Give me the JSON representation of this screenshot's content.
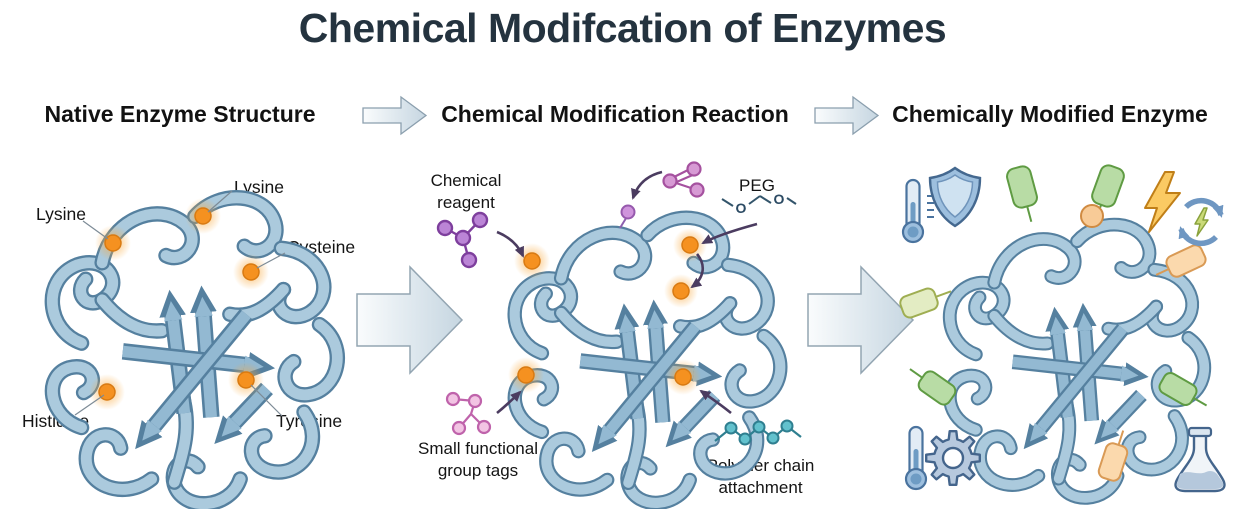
{
  "title": "Chemical Modifcation of Enzymes",
  "sections": {
    "native": {
      "header": "Native Enzyme Structure",
      "residues": {
        "lysine_top": "Lysine",
        "lysine_left": "Lysine",
        "cysteine": "Cysteine",
        "histidine": "Histidine",
        "tyrosine": "Tyrosine"
      }
    },
    "reaction": {
      "header": "Chemical Modification Reaction",
      "labels": {
        "chemical_reagent": "Chemical reagent",
        "peg": "PEG",
        "oxygen": "O",
        "small_tags": "Small functional group tags",
        "polymer": "Polymer chain attachment"
      }
    },
    "modified": {
      "header": "Chemically Modified Enzyme",
      "icons": [
        "thermometer-icon",
        "shield-icon",
        "lightning-icon",
        "recycle-icon",
        "thermometer-icon",
        "gear-icon",
        "flask-icon"
      ]
    }
  },
  "colors": {
    "title_text": "#24333f",
    "ribbon_light": "#abcadd",
    "ribbon_dark": "#55809f",
    "site_orange": "#f59120",
    "reagent_purple": "#bb85d6",
    "tag_pink": "#f2c4e3",
    "polymer_teal": "#62c1cd",
    "arrow_purple": "#4b3c60",
    "flow_arrow_fill": "#c6d6e1",
    "tag_green": "#b8dca5",
    "tag_pale_green": "#e3ecc3",
    "tag_orange": "#fbd9ad",
    "icon_blue": "#9dbfde",
    "lightning_yellow": "#fbca63",
    "bolt_green": "#cada78"
  }
}
